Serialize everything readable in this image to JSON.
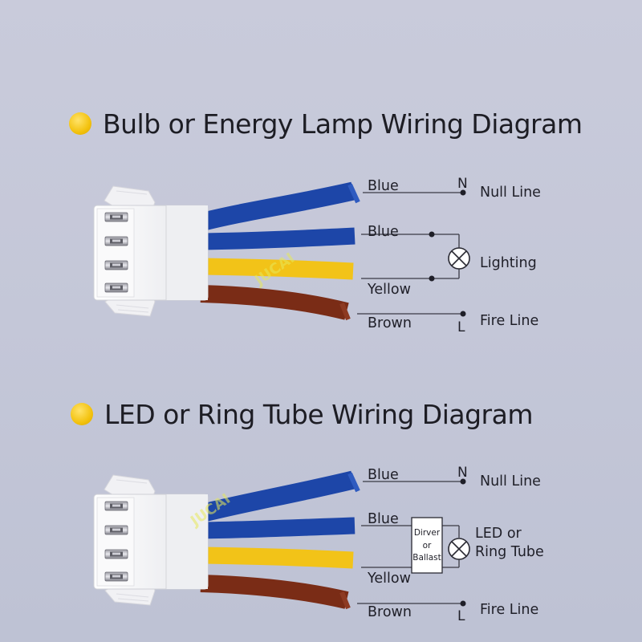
{
  "diagrams": [
    {
      "title": "Bulb or Energy Lamp Wiring Diagram",
      "wires": [
        {
          "label": "Blue",
          "color": "#1d46a8"
        },
        {
          "label": "Blue",
          "color": "#1d46a8"
        },
        {
          "label": "Yellow",
          "color": "#f2c318"
        },
        {
          "label": "Brown",
          "color": "#7a2c16"
        }
      ],
      "null_marker": "N",
      "fire_marker": "L",
      "null_line": "Null Line",
      "load_label": "Lighting",
      "fire_line": "Fire Line",
      "watermark": "JUCAI"
    },
    {
      "title": "LED or Ring Tube Wiring Diagram",
      "wires": [
        {
          "label": "Blue",
          "color": "#1d46a8"
        },
        {
          "label": "Blue",
          "color": "#1d46a8"
        },
        {
          "label": "Yellow",
          "color": "#f2c318"
        },
        {
          "label": "Brown",
          "color": "#7a2c16"
        }
      ],
      "null_marker": "N",
      "fire_marker": "L",
      "null_line": "Null Line",
      "driver_box": [
        "Dirver",
        "or",
        "Ballast"
      ],
      "load_label": [
        "LED or",
        "Ring Tube"
      ],
      "fire_line": "Fire Line",
      "watermark": "JUCAI"
    }
  ],
  "colors": {
    "accent_dot": "#f3c20e",
    "line": "#3a3a44",
    "connector": "#f4f4f6"
  }
}
